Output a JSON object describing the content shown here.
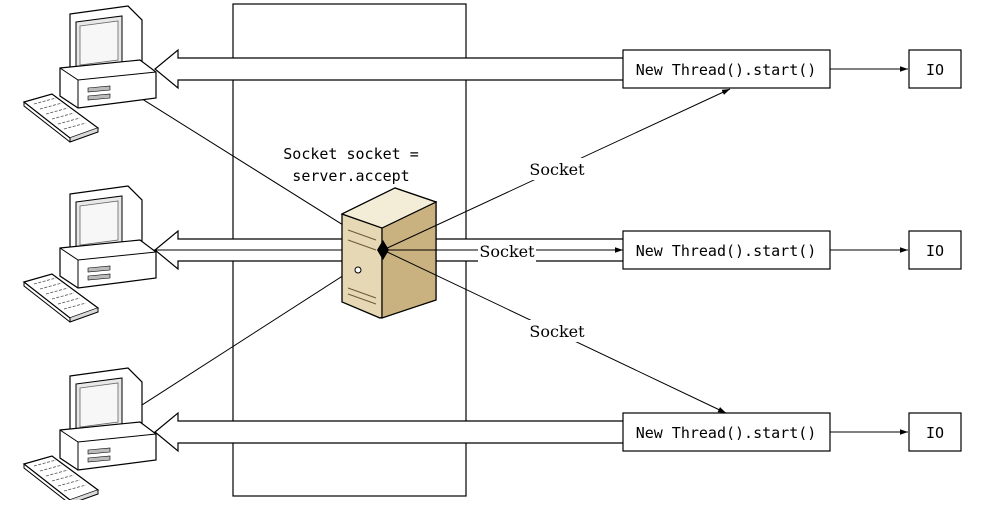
{
  "server": {
    "label_line1": "Socket socket =",
    "label_line2": "server.accept"
  },
  "rows": [
    {
      "thread_label": "New Thread().start()",
      "io_label": "IO"
    },
    {
      "thread_label": "New Thread().start()",
      "io_label": "IO"
    },
    {
      "thread_label": "New Thread().start()",
      "io_label": "IO"
    }
  ],
  "socket_labels": {
    "upper": "Socket",
    "middle": "Socket",
    "lower": "Socket"
  },
  "icons": {
    "client": "desktop-computer-icon",
    "server": "server-tower-icon"
  },
  "colors": {
    "server_body": "#e6d8b4",
    "server_side": "#c9b27f",
    "computer_body": "#ffffff",
    "computer_shade": "#d9d9d9"
  }
}
